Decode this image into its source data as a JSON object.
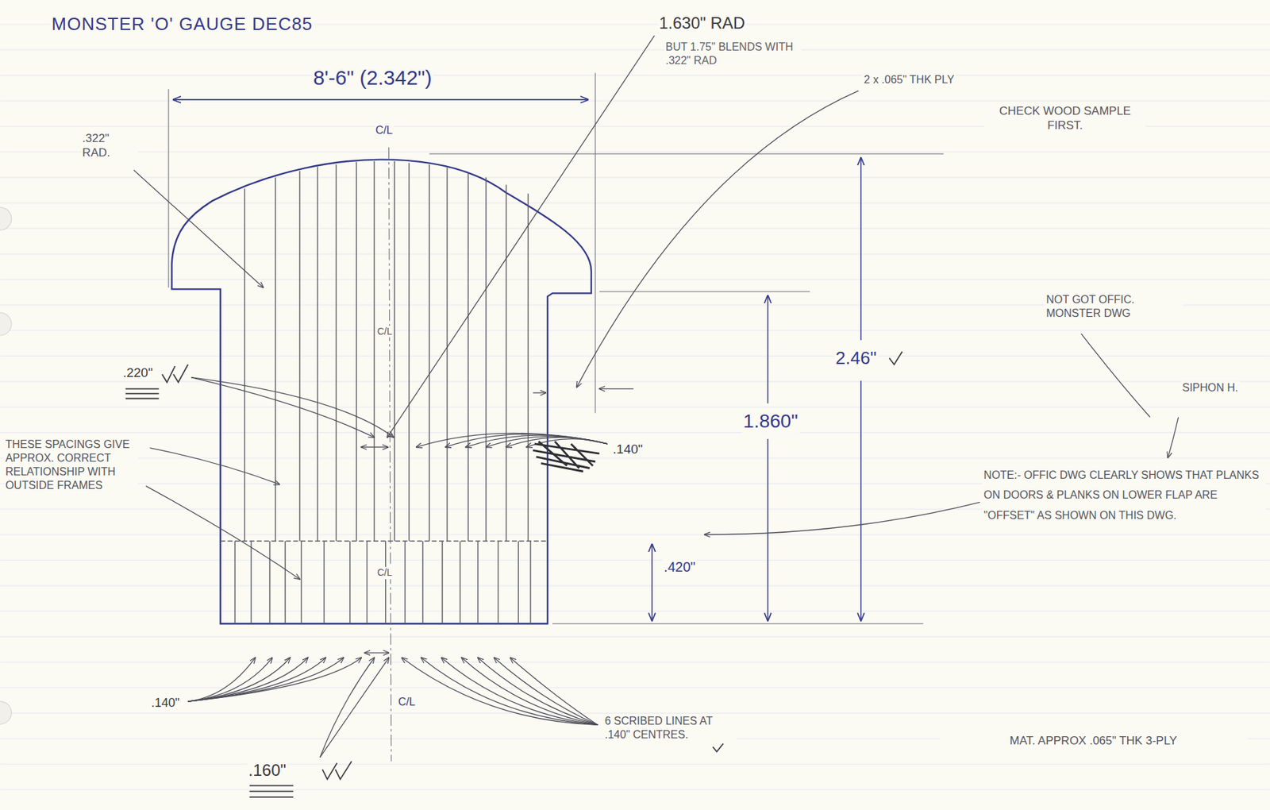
{
  "diagram": {
    "title": "MONSTER 'O' GAUGE DEC85",
    "labels": [
      "1.630\" RAD",
      "BUT 1.75\" BLENDS WITH .322\" RAD",
      "8'-6\" (2.342\")",
      "2 x .065\" THK PLY",
      "CHECK WOOD SAMPLE FIRST.",
      "C/L",
      ".322\" RAD.",
      "NOT GOT OFFIC. MONSTER DWG",
      "C/L",
      "2.46\"",
      ".220\"",
      "SIPHON H.",
      "1.860\"",
      ".140\"",
      "THESE SPACINGS GIVE APPROX. CORRECT RELATIONSHIP WITH OUTSIDE FRAMES",
      "NOTE:- OFFIC DWG CLEARLY SHOWS THAT PLANKS ON DOORS & PLANKS ON LOWER FLAP ARE \"OFFSET\" AS SHOWN ON THIS DWG.",
      ".420\"",
      "C/L",
      ".140\"",
      "C/L",
      "6 SCRIBED LINES AT .140\" CENTRES.",
      "MAT. APPROX .065\" THK 3-PLY",
      ".160\""
    ]
  }
}
